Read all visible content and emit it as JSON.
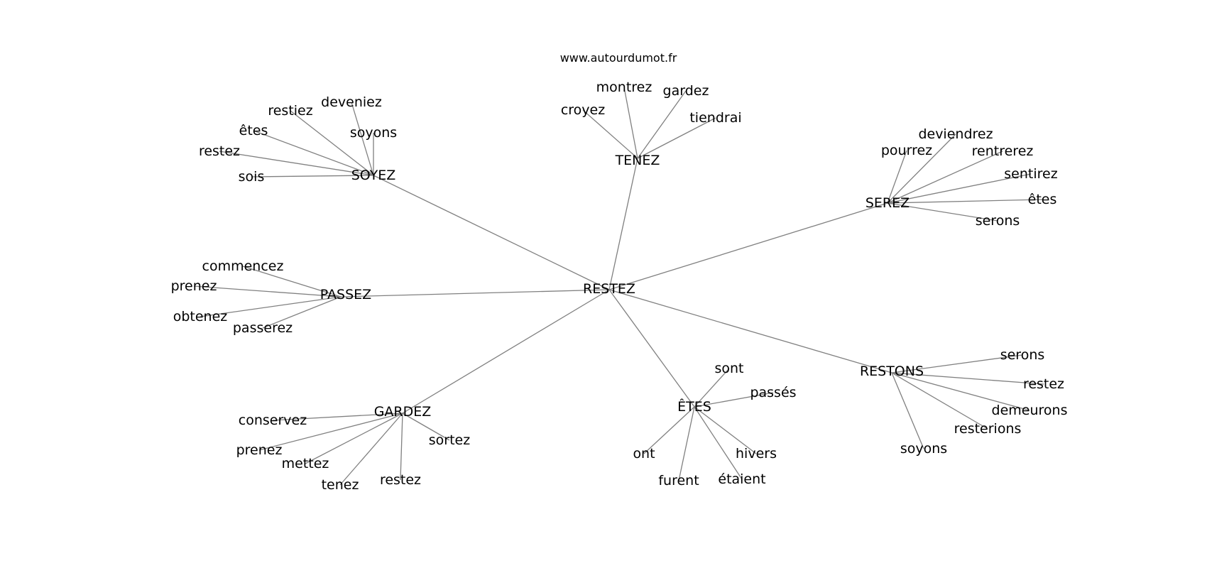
{
  "watermark": "www.autourdumot.fr",
  "graph": {
    "center": "RESTEZ",
    "hubs": [
      {
        "name": "SOYEZ",
        "leaves": [
          "deveniez",
          "restiez",
          "soyons",
          "êtes",
          "restez",
          "sois"
        ]
      },
      {
        "name": "TENEZ",
        "leaves": [
          "montrez",
          "gardez",
          "croyez",
          "tiendrai"
        ]
      },
      {
        "name": "SEREZ",
        "leaves": [
          "deviendrez",
          "pourrez",
          "rentrerez",
          "sentirez",
          "êtes",
          "serons"
        ]
      },
      {
        "name": "PASSEZ",
        "leaves": [
          "commencez",
          "prenez",
          "obtenez",
          "passerez"
        ]
      },
      {
        "name": "GARDEZ",
        "leaves": [
          "conservez",
          "prenez",
          "mettez",
          "tenez",
          "restez",
          "sortez"
        ]
      },
      {
        "name": "ÊTES",
        "leaves": [
          "sont",
          "passés",
          "hivers",
          "étaient",
          "furent",
          "ont"
        ]
      },
      {
        "name": "RESTONS",
        "leaves": [
          "serons",
          "restez",
          "demeurons",
          "resterions",
          "soyons"
        ]
      }
    ]
  }
}
